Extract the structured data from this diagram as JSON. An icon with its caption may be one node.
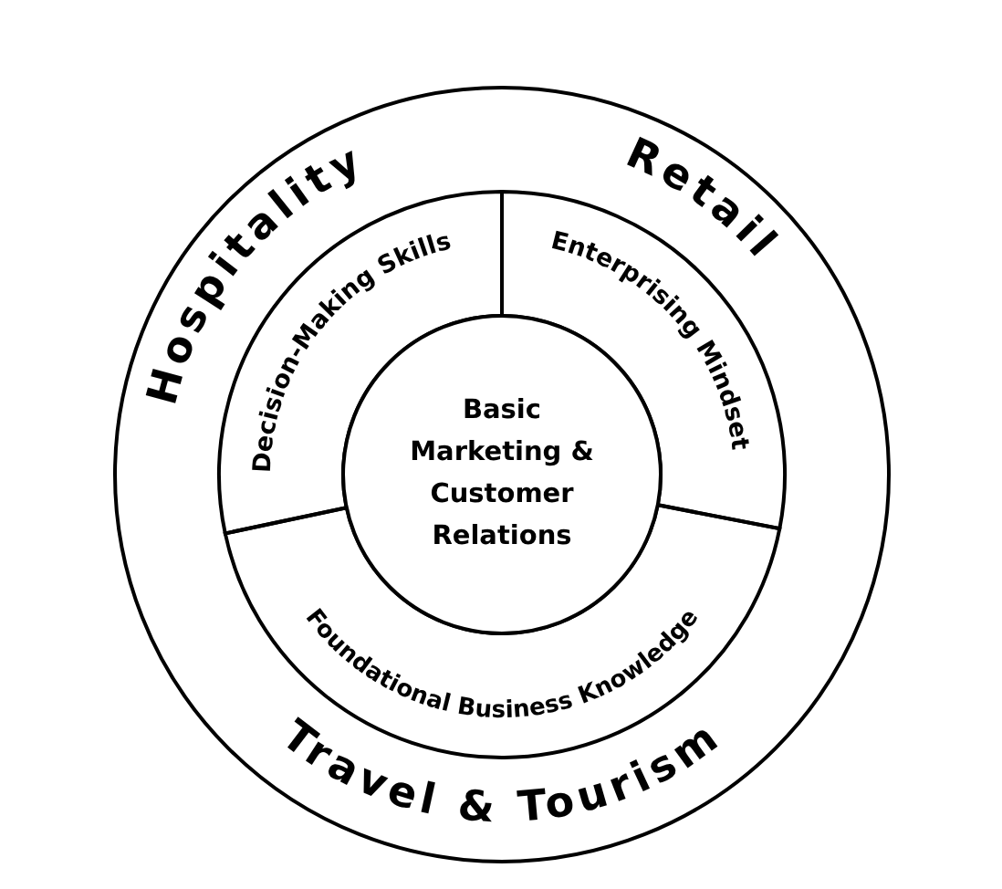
{
  "diagram": {
    "nodes": [
      {
        "text": [
          "Hospitality",
          "Retail",
          "Travel & Tourism"
        ]
      },
      {
        "text": [
          "Decision-Making Skills"
        ],
        "in": 0
      },
      {
        "text": [
          "Enterprising Mindset"
        ],
        "in": 0
      },
      {
        "text": [
          "Foundational Business Knowledge"
        ],
        "in": 0
      },
      {
        "text": [
          "Basic Marketing & Customer Relations"
        ],
        "in": 0
      }
    ]
  }
}
